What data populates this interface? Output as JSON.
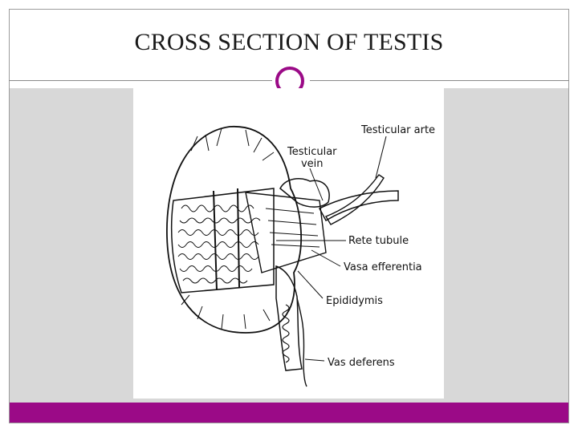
{
  "slide": {
    "title": "CROSS SECTION OF TESTIS",
    "accent_color": "#9b0a87",
    "content_bg": "#d8d8d8"
  },
  "diagram": {
    "labels": {
      "testicular_artery": "Testicular arte",
      "testicular_vein": "Testicular\nvein",
      "rete_tubule": "Rete tubule",
      "vasa_efferentia": "Vasa efferentia",
      "epididymis": "Epididymis",
      "vas_deferens": "Vas deferens"
    }
  }
}
